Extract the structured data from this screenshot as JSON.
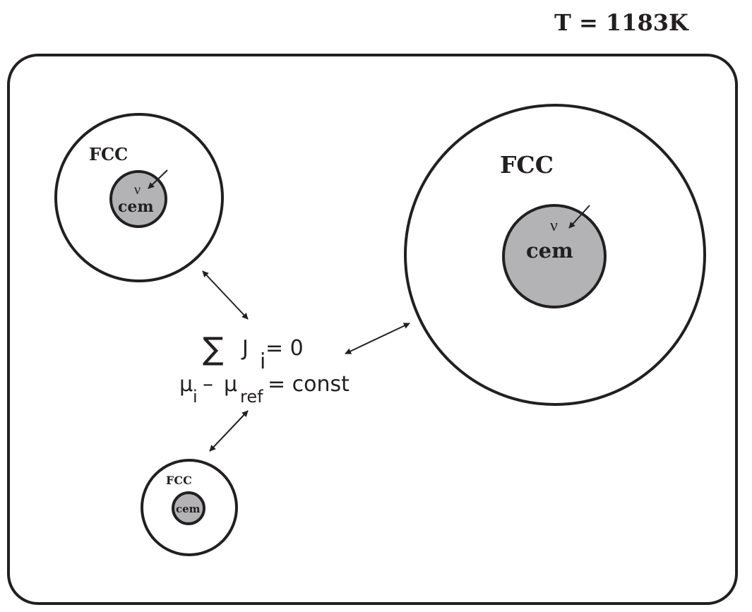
{
  "temperature_label": "T = 1183K",
  "phases": {
    "fcc": "FCC",
    "cementite": "cem",
    "nu": "ν"
  },
  "equations": {
    "sum_symbol": "∑",
    "flux_symbol": "J",
    "index_i": "i",
    "flux_rhs": "= 0",
    "mu": "μ",
    "minus": "–",
    "ref_sub": "ref",
    "potential_rhs": "= const"
  },
  "colors": {
    "stroke": "#231f20",
    "cementite_fill": "#b3b3b5",
    "background": "#ffffff"
  }
}
